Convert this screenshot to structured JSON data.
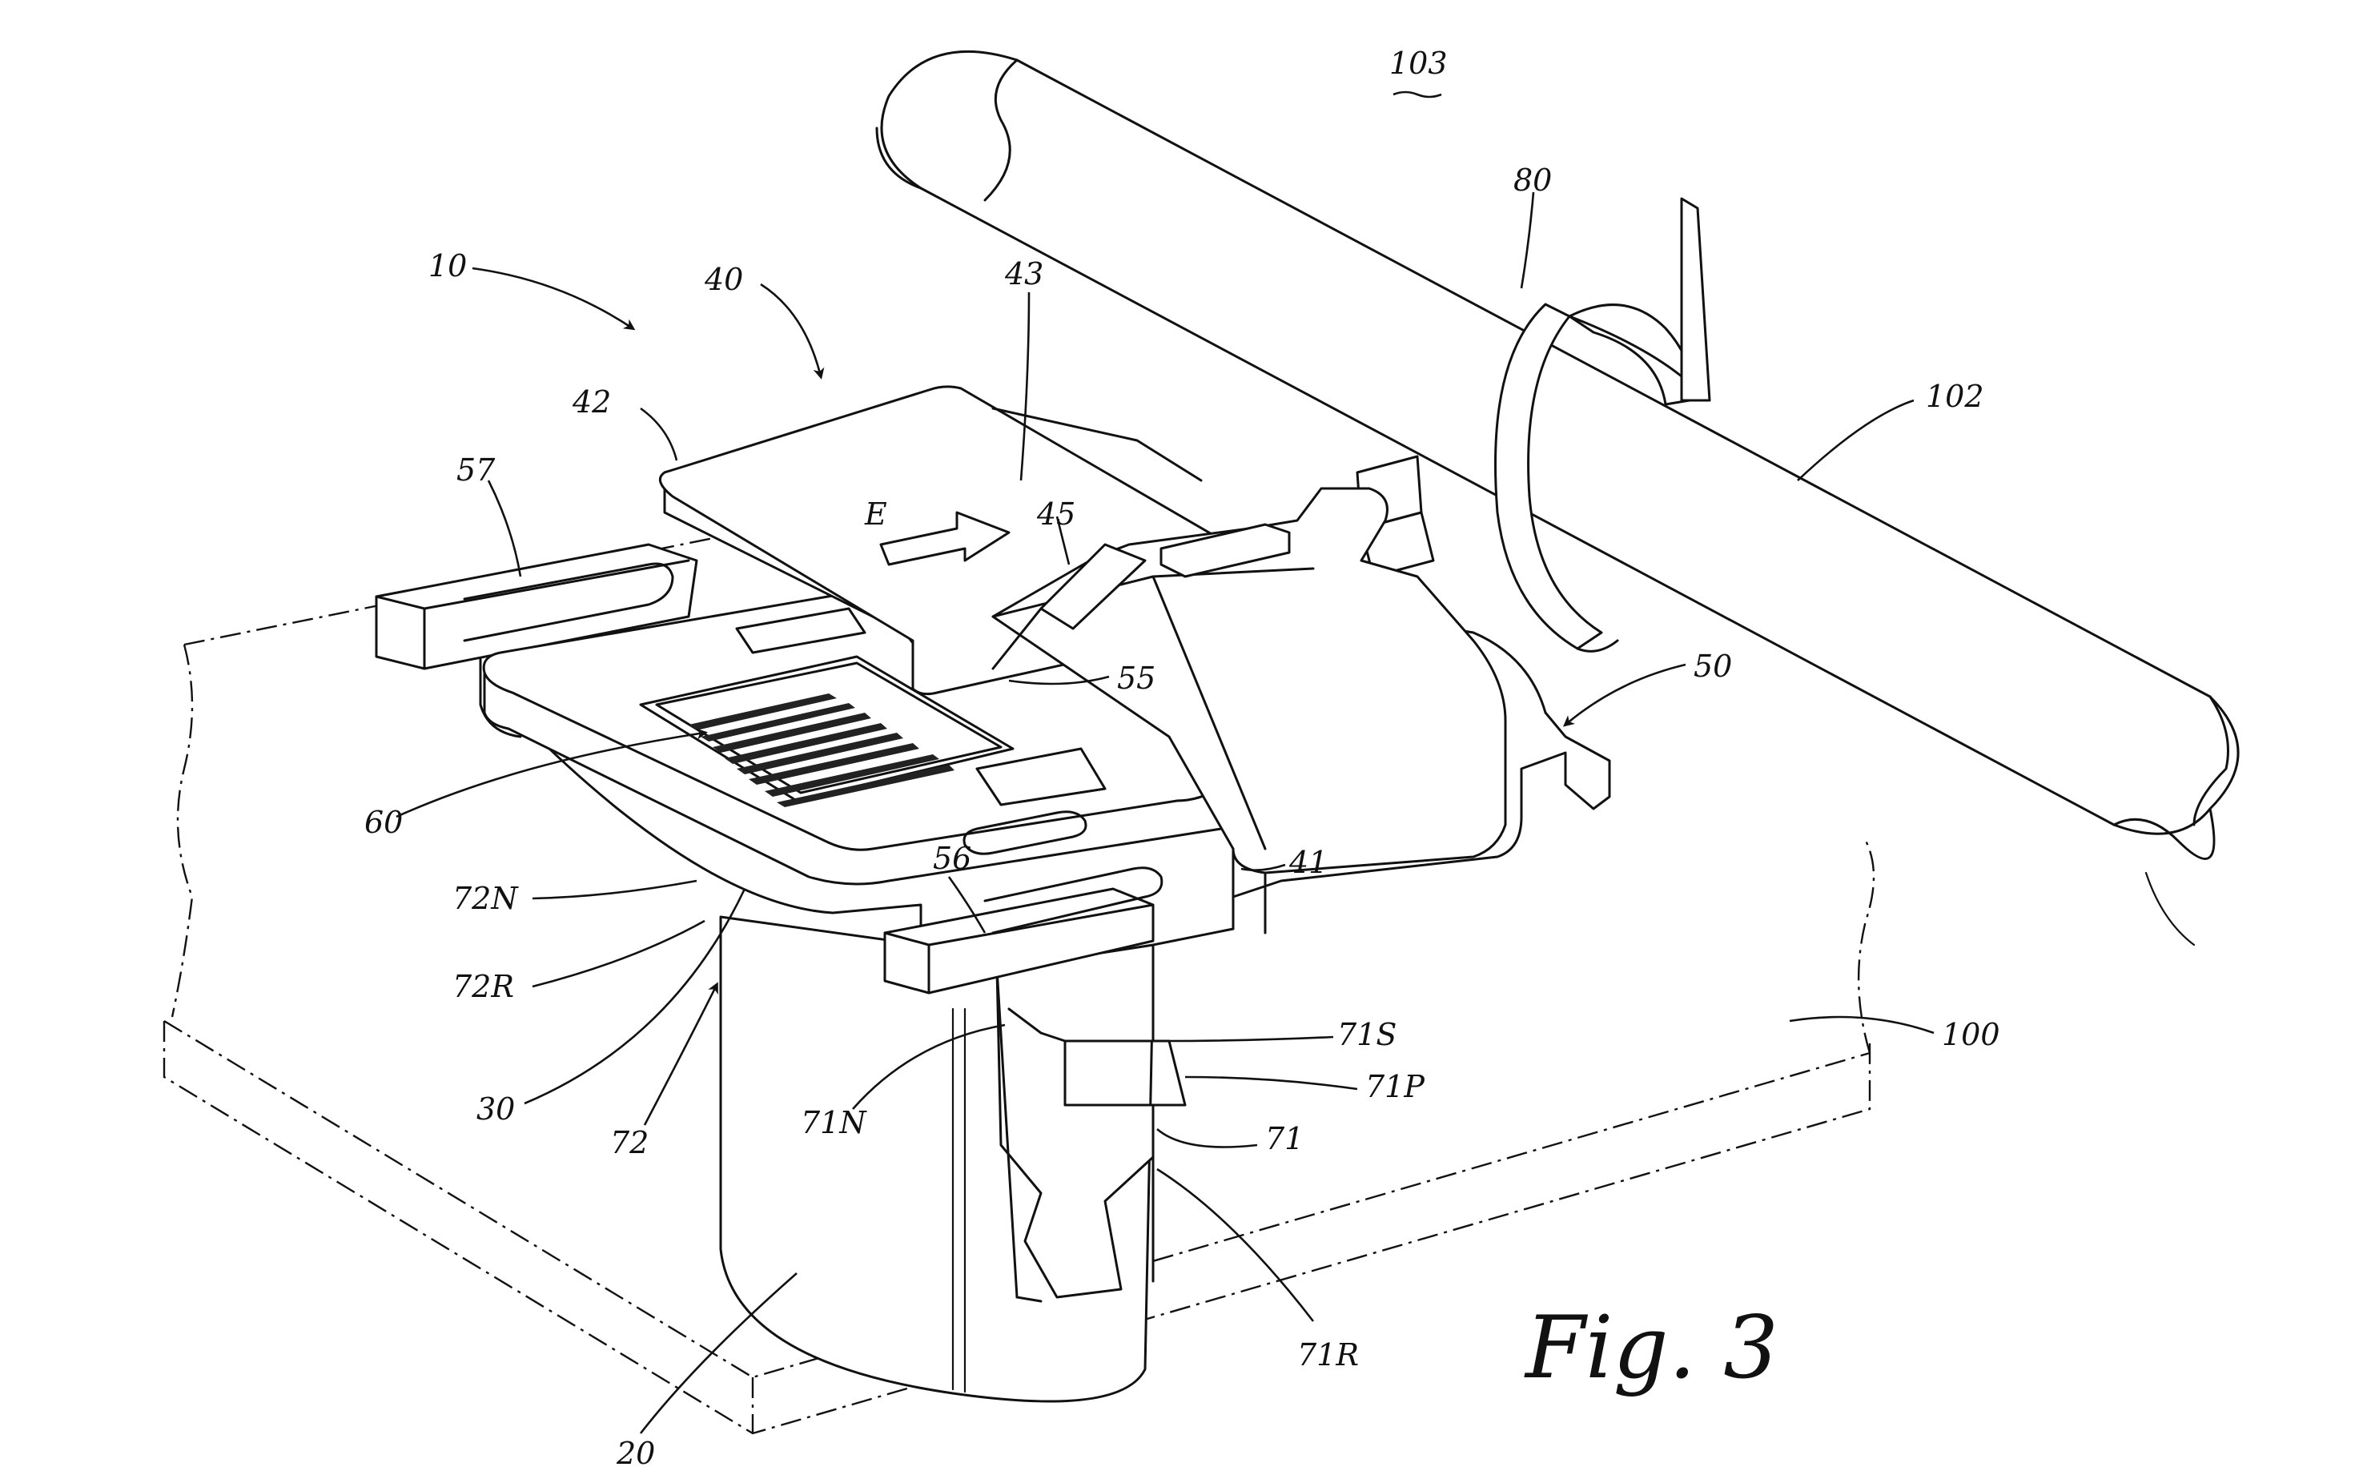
{
  "figure": {
    "title": "Fig. 3"
  },
  "labels": {
    "ref_10": "10",
    "ref_20": "20",
    "ref_30": "30",
    "ref_40": "40",
    "ref_41": "41",
    "ref_42": "42",
    "ref_43": "43",
    "ref_45": "45",
    "ref_50": "50",
    "ref_55": "55",
    "ref_56": "56",
    "ref_57": "57",
    "ref_60": "60",
    "ref_71": "71",
    "ref_71N": "71N",
    "ref_71P": "71P",
    "ref_71R": "71R",
    "ref_71S": "71S",
    "ref_72": "72",
    "ref_72N": "72N",
    "ref_72R": "72R",
    "ref_80": "80",
    "ref_100": "100",
    "ref_102": "102",
    "ref_103": "103",
    "arrow_E": "E"
  }
}
